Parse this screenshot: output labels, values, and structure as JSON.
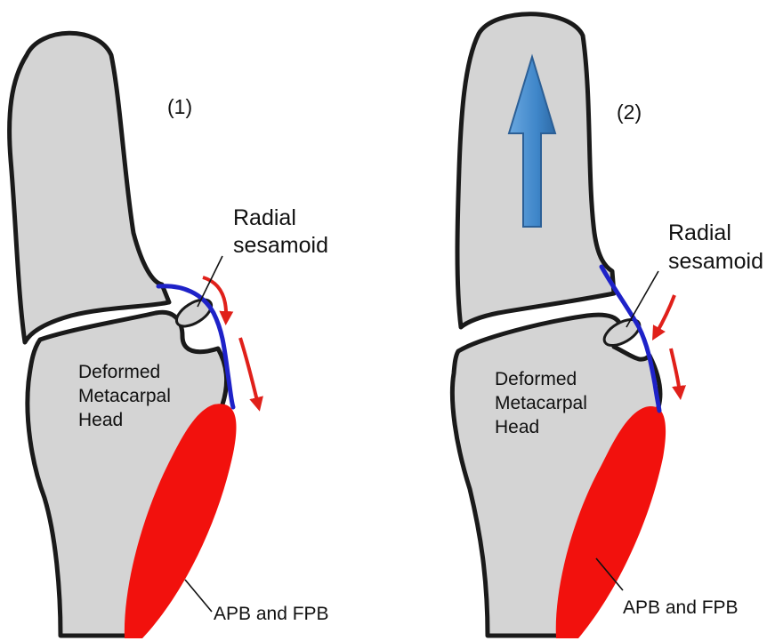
{
  "panels": [
    {
      "id_label": "(1)",
      "sesamoid_label_line1": "Radial",
      "sesamoid_label_line2": "sesamoid",
      "head_label_line1": "Deformed",
      "head_label_line2": "Metacarpal",
      "head_label_line3": "Head",
      "muscle_label": "APB and FPB"
    },
    {
      "id_label": "(2)",
      "sesamoid_label_line1": "Radial",
      "sesamoid_label_line2": "sesamoid",
      "head_label_line1": "Deformed",
      "head_label_line2": "Metacarpal",
      "head_label_line3": "Head",
      "muscle_label": "APB and FPB"
    }
  ],
  "colors": {
    "bone_fill": "#d4d4d4",
    "outline": "#1a1a1a",
    "ligament": "#1e22c8",
    "muscle": "#f2110d",
    "force_arrow": "#e0201a",
    "traction_arrow": "#4a8fd0"
  }
}
